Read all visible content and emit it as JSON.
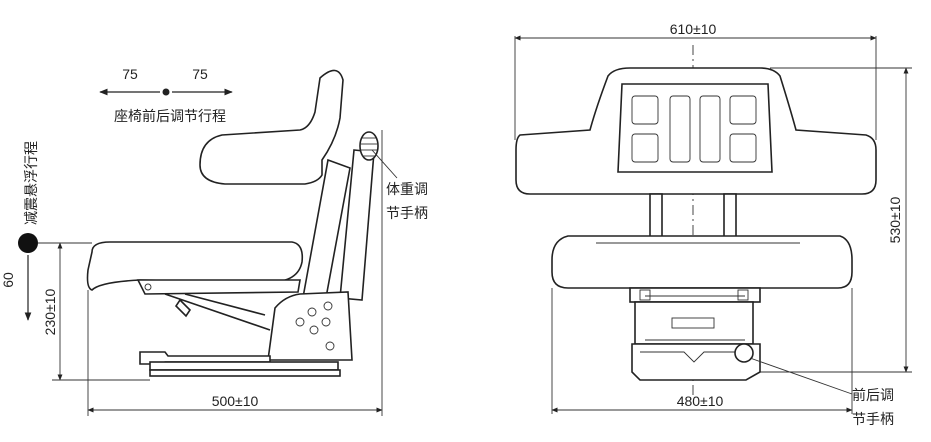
{
  "side_view": {
    "travel_forward": "75",
    "travel_backward": "75",
    "fore_aft_travel_label": "座椅前后调节行程",
    "suspension_label": "减震悬浮行程",
    "suspension_value": "60",
    "height_dim": "230±10",
    "depth_dim": "500±10",
    "weight_adjust_line1": "体重调",
    "weight_adjust_line2": "节手柄"
  },
  "front_view": {
    "width_top_dim": "610±10",
    "height_dim": "530±10",
    "width_base_dim": "480±10",
    "fore_aft_handle_line1": "前后调",
    "fore_aft_handle_line2": "节手柄"
  }
}
